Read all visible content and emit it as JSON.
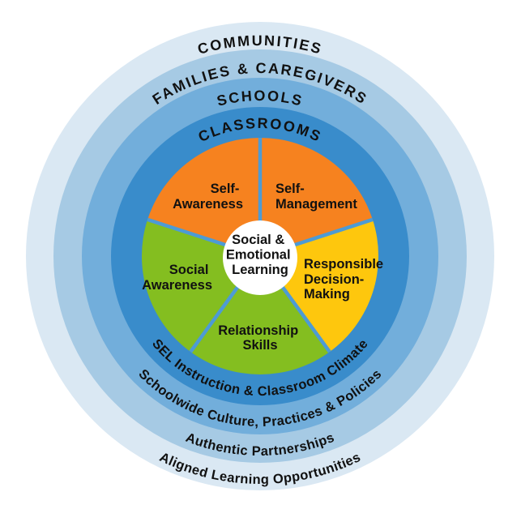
{
  "title": "Social & Emotional Learning framework wheel",
  "colors": {
    "ring_communities": "#DAE8F3",
    "ring_families": "#A6CAE4",
    "ring_schools": "#72AEDB",
    "ring_classrooms": "#398CCB",
    "wedge_divider": "#4D9BD5",
    "wedge_orange": "#F6821F",
    "wedge_yellow": "#FEC70D",
    "wedge_green": "#84BE20",
    "center_bg": "#FFFFFF",
    "label_text": "#111111"
  },
  "rings": [
    {
      "name": "communities",
      "top_label": "COMMUNITIES",
      "bottom_label": "Aligned Learning Opportunities"
    },
    {
      "name": "families-caregivers",
      "top_label": "FAMILIES & CAREGIVERS",
      "bottom_label": "Authentic Partnerships"
    },
    {
      "name": "schools",
      "top_label": "SCHOOLS",
      "bottom_label": "Schoolwide Culture, Practices & Policies"
    },
    {
      "name": "classrooms",
      "top_label": "CLASSROOMS",
      "bottom_label": "SEL Instruction & Classroom Climate"
    }
  ],
  "competencies": [
    {
      "name": "self-awareness",
      "lines": [
        "Self-",
        "Awareness"
      ]
    },
    {
      "name": "self-management",
      "lines": [
        "Self-",
        "Management"
      ]
    },
    {
      "name": "responsible-decision-making",
      "lines": [
        "Responsible",
        "Decision-",
        "Making"
      ]
    },
    {
      "name": "relationship-skills",
      "lines": [
        "Relationship",
        "Skills"
      ]
    },
    {
      "name": "social-awareness",
      "lines": [
        "Social",
        "Awareness"
      ]
    }
  ],
  "center": {
    "lines": [
      "Social &",
      "Emotional",
      "Learning"
    ]
  }
}
